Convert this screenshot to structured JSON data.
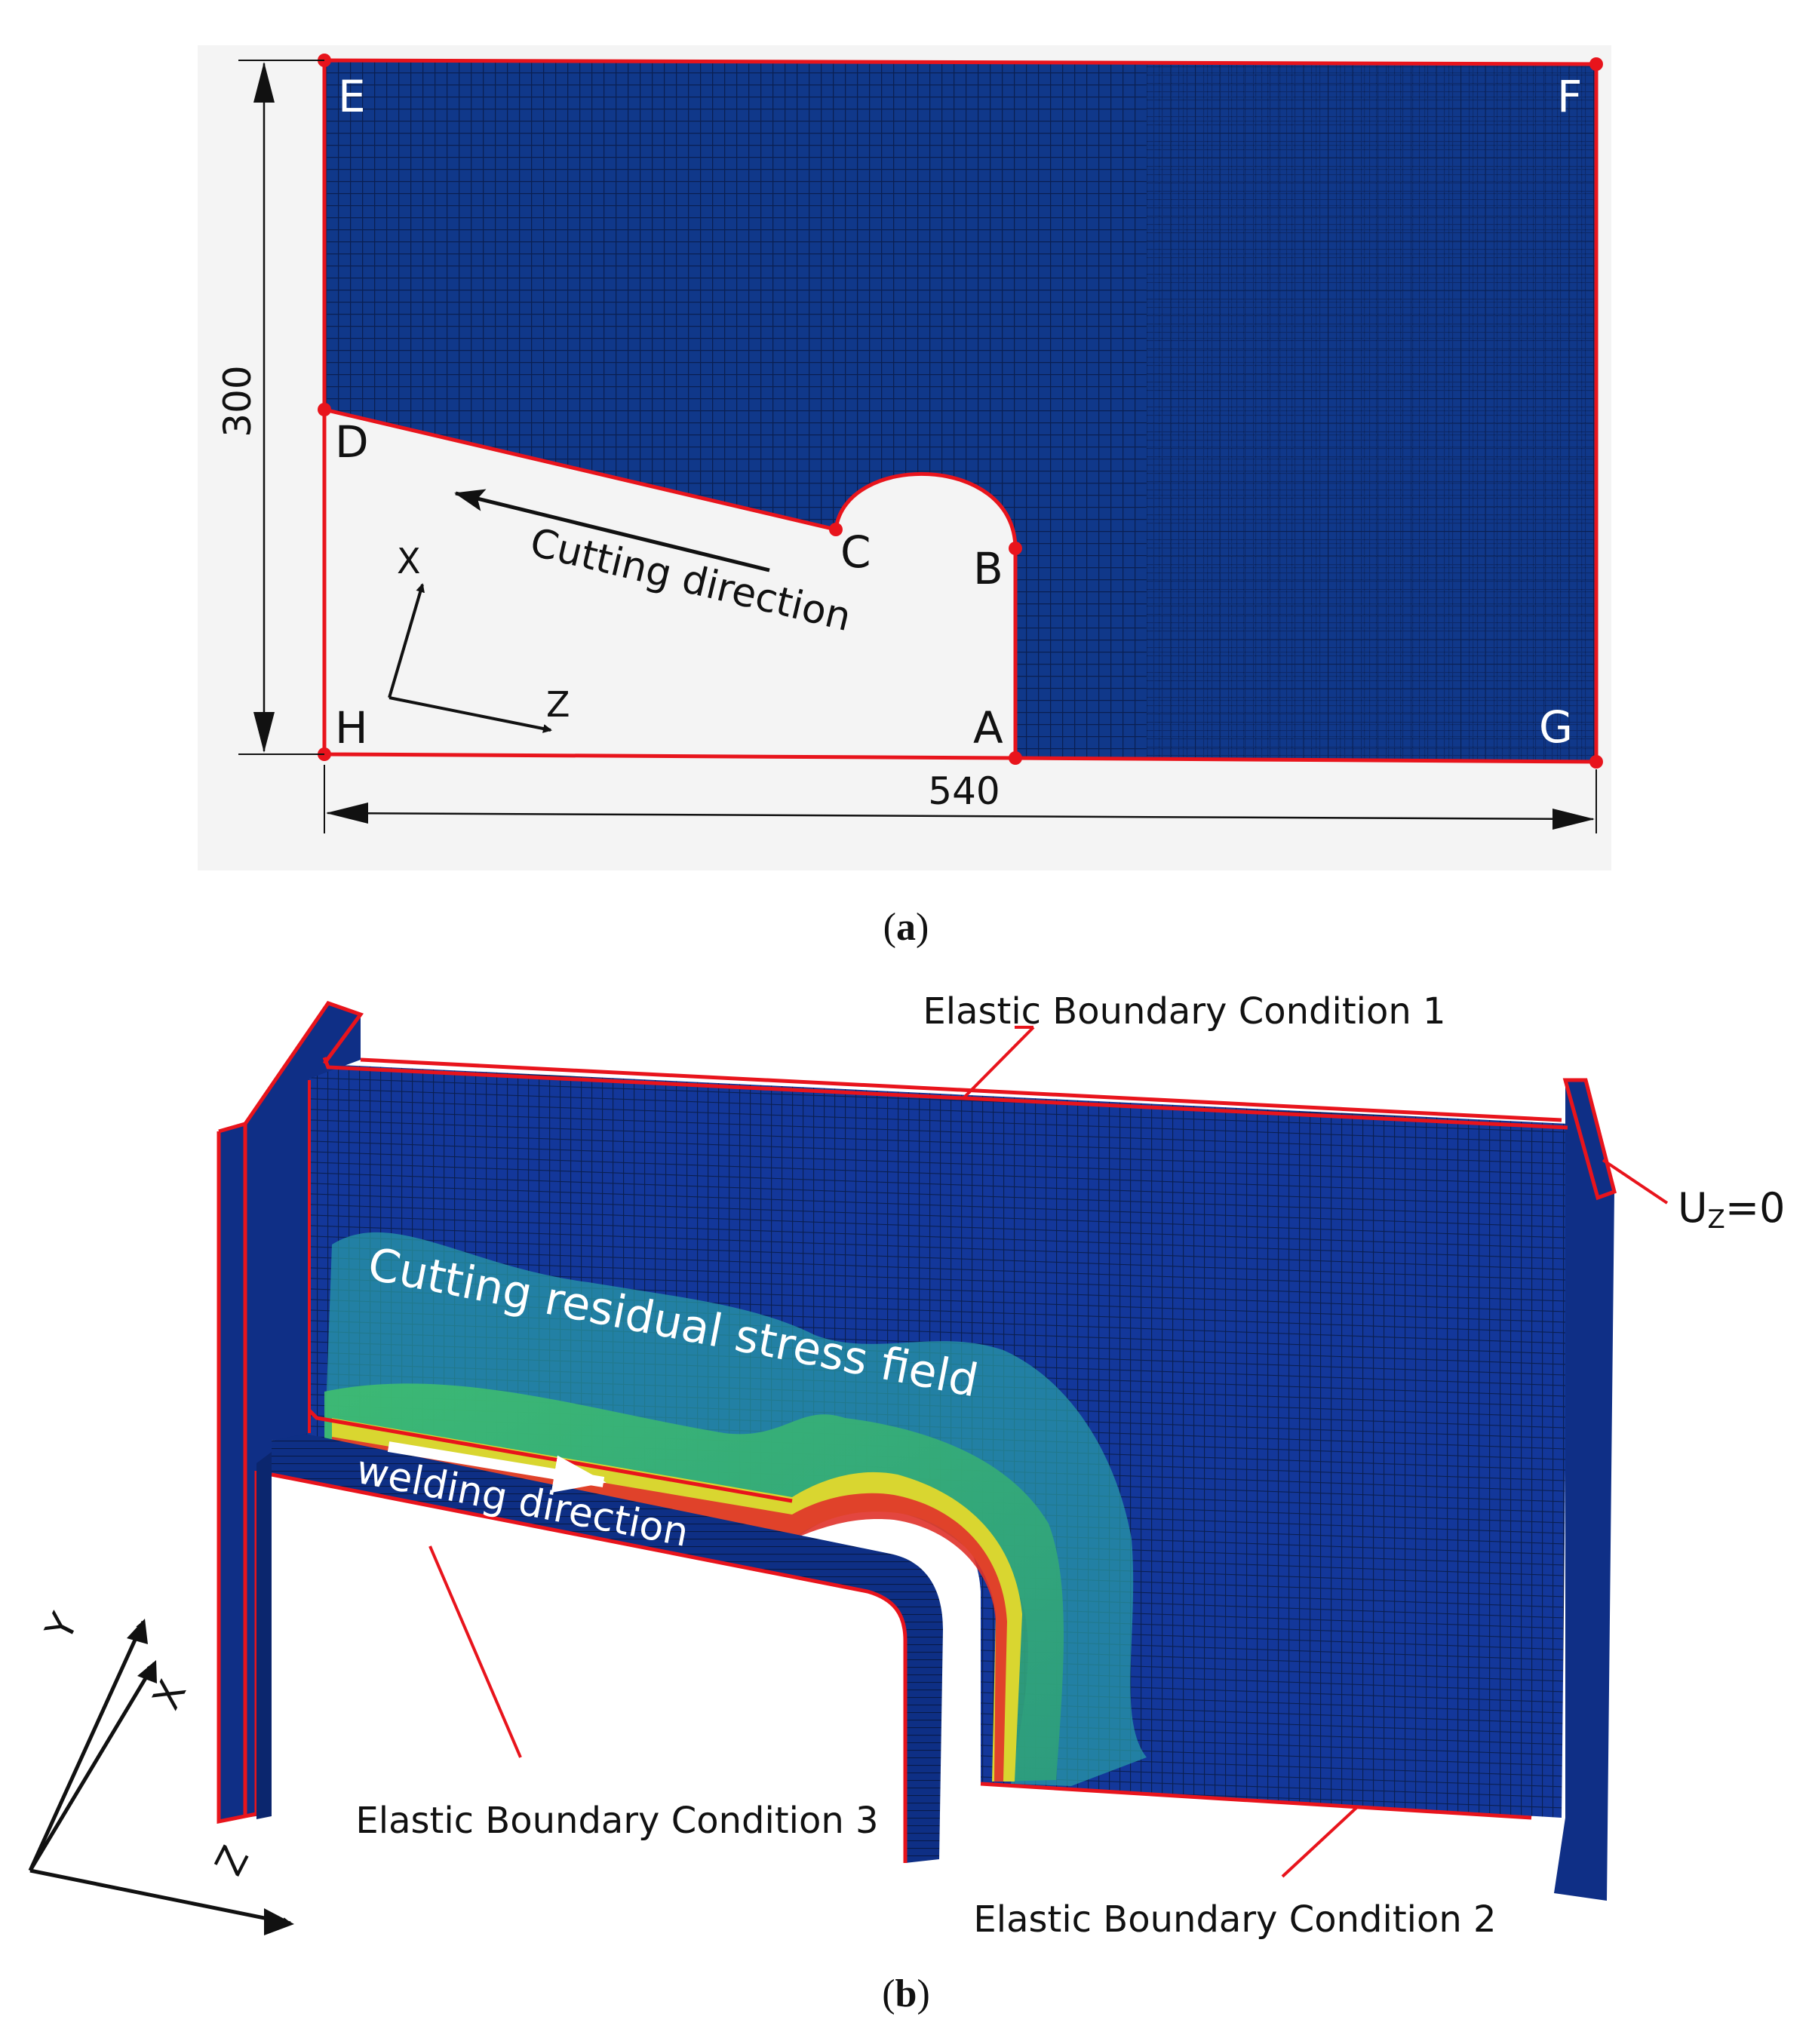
{
  "panel_a": {
    "points": {
      "A": "A",
      "B": "B",
      "C": "C",
      "D": "D",
      "E": "E",
      "F": "F",
      "G": "G",
      "H": "H"
    },
    "dim_height": "300",
    "dim_width": "540",
    "cutting_direction": "Cutting direction",
    "axis_x": "X",
    "axis_z": "Z",
    "caption_letter": "a"
  },
  "panel_b": {
    "ebc1": "Elastic Boundary Condition 1",
    "ebc2": "Elastic Boundary Condition 2",
    "ebc3": "Elastic Boundary Condition 3",
    "uz_main": "U",
    "uz_sub": "Z",
    "uz_rest": "=0",
    "stress_field": "Cutting residual stress field",
    "welding_direction": "welding direction",
    "axis_y": "Y",
    "axis_x": "X",
    "axis_z": "Z",
    "caption_letter": "b"
  },
  "colors": {
    "mesh_blue": "#10388a",
    "boundary_red": "#e8141c",
    "stress_green": "#3fbf6f",
    "stress_yellow": "#d9d630",
    "stress_red": "#e0322a"
  }
}
